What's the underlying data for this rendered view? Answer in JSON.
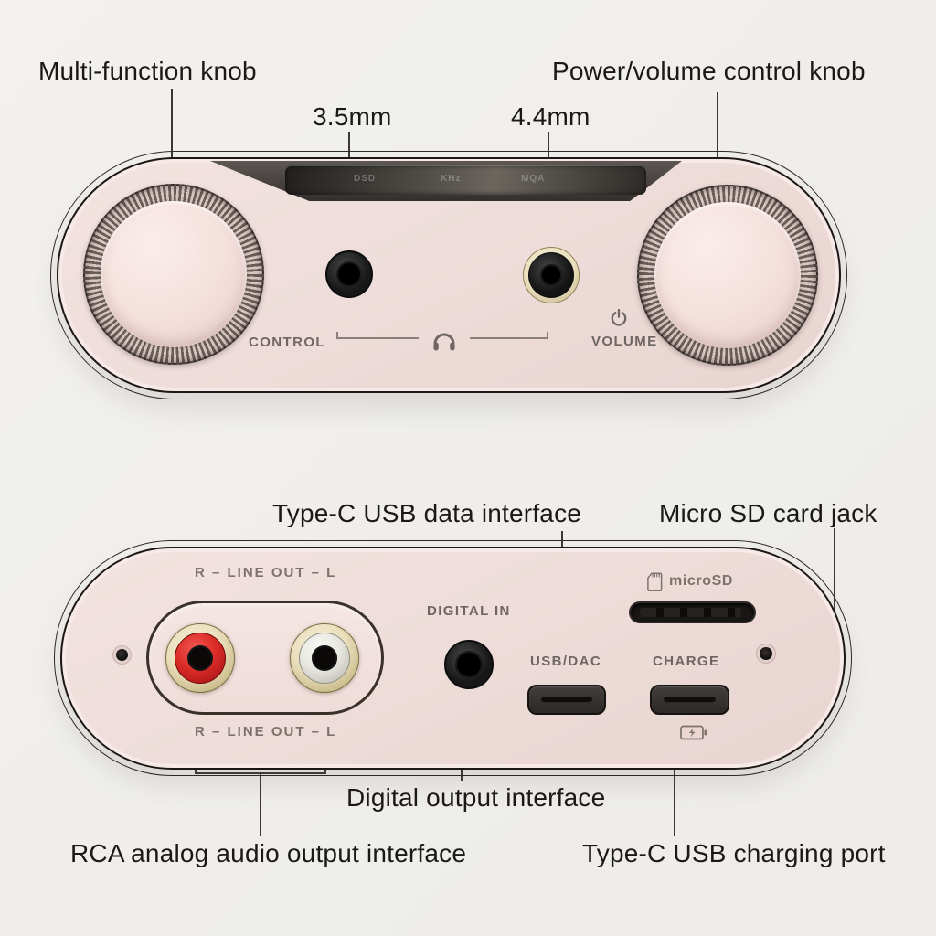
{
  "front": {
    "label_multi_knob": "Multi-function knob",
    "label_power_knob": "Power/volume control knob",
    "label_35": "3.5mm",
    "label_44": "4.4mm",
    "print_control": "CONTROL",
    "print_volume": "VOLUME",
    "display": {
      "left": "DSD",
      "mid": "KHz",
      "right": "MQA"
    }
  },
  "back": {
    "label_usb_data": "Type-C USB data interface",
    "label_microsd_jack": "Micro SD card jack",
    "label_digital_out": "Digital output interface",
    "label_rca_out": "RCA analog audio output interface",
    "label_usb_charge": "Type-C USB charging port",
    "print_lineout_top": "R – LINE OUT – L",
    "print_lineout_bottom": "R – LINE OUT – L",
    "print_digital_in": "DIGITAL IN",
    "print_usb_dac": "USB/DAC",
    "print_charge": "CHARGE",
    "print_microsd": "microSD"
  },
  "colors": {
    "background": "#f0efed",
    "body_pink": "#eeddda",
    "rca_red": "#dc2c29",
    "panel_print": "#6f6663",
    "callout_text": "#1b1917",
    "port_dark": "#2c2927"
  }
}
